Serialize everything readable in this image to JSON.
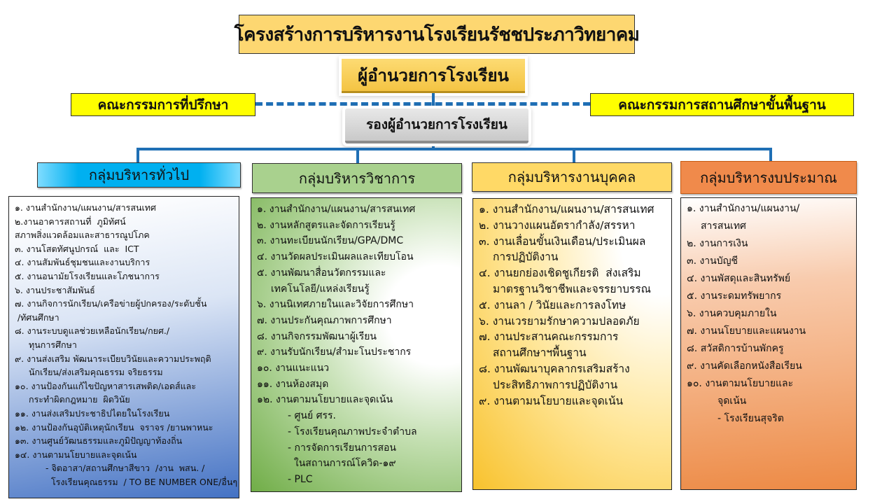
{
  "title": "โครงสร้างการบริหารงานโรงเรียนรัชชประภาวิทยาคม",
  "director": "ผู้อำนวยการโรงเรียน",
  "advisors": "คณะกรรมการที่ปรึกษา",
  "basic_committee": "คณะกรรมการสถานศึกษาขั้นพื้นฐาน",
  "deputy": "รองผู้อำนวยการโรงเรียน",
  "colors": {
    "line": "#1f6fb5",
    "general": "#00b0f0",
    "academic": "#a9d18e",
    "personnel": "#ffd966",
    "budget": "#f08a4b"
  },
  "groups": [
    {
      "name": "กลุ่มบริหารทั่วไป",
      "lines": [
        {
          "text": "๑. งานสำนักงาน/แผนงาน/สารสนเทศ",
          "indent": 0
        },
        {
          "text": "๒.งานอาคารสถานที่  ภูมิทัศน์",
          "indent": 0
        },
        {
          "text": "สภาพสิ่งแวดล้อมและสาธารณูปโภค",
          "indent": 0
        },
        {
          "text": "๓. งานโสตทัศนูปกรณ์  และ  ICT",
          "indent": 0
        },
        {
          "text": "๔. งานสัมพันธ์ชุมชนและงานบริการ",
          "indent": 0
        },
        {
          "text": "๕. งานอนามัยโรงเรียนและโภชนาการ",
          "indent": 0
        },
        {
          "text": "๖. งานประชาสัมพันธ์",
          "indent": 0
        },
        {
          "text": "๗. งานกิจการนักเรียน/เครือข่ายผู้ปกครอง/ระดับชั้น",
          "indent": 0
        },
        {
          "text": " /ทัศนศึกษา",
          "indent": 0
        },
        {
          "text": "๘. งานระบบดูแลช่วยเหลือนักเรียน/กยศ./",
          "indent": 0
        },
        {
          "text": "ทุนการศึกษา",
          "indent": 1
        },
        {
          "text": "๙. งานส่งเสริม พัฒนาระเบียบวินัยและความประพฤติ",
          "indent": 0
        },
        {
          "text": "นักเรียน/ส่งเสริมคุณธรรม จริยธรรม",
          "indent": 1
        },
        {
          "text": "๑๐. งานป้องกันแก้ไขปัญหาสารเสพติด/เอดส์และ",
          "indent": 0
        },
        {
          "text": "กระทำผิดกฎหมาย  ผิดวินัย",
          "indent": 1
        },
        {
          "text": "๑๑. งานส่งเสริมประชาธิปไตยในโรงเรียน",
          "indent": 0
        },
        {
          "text": "๑๒. งานป้องกันอุบัติเหตุนักเรียน  จราจร /ยานพาหนะ",
          "indent": 0
        },
        {
          "text": "๑๓. งานศูนย์วัฒนธรรมและภูมิปัญญาท้องถิ่น",
          "indent": 0
        },
        {
          "text": "๑๔. งานตามนโยบายและจุดเน้น",
          "indent": 0
        },
        {
          "text": "- จิตอาสา/สถานศึกษาสีขาว  /งาน  พสน. /",
          "indent": 2
        },
        {
          "text": "  โรงเรียนคุณธรรม  / TO BE NUMBER ONE/อื่นๆ",
          "indent": 2
        }
      ]
    },
    {
      "name": "กลุ่มบริหารวิชาการ",
      "lines": [
        {
          "text": "๑. งานสำนักงาน/แผนงาน/สารสนเทศ",
          "indent": 0
        },
        {
          "text": "๒. งานหลักสูตรและจัดการเรียนรู้",
          "indent": 0
        },
        {
          "text": "๓. งานทะเบียนนักเรียน/GPA/DMC",
          "indent": 0
        },
        {
          "text": "๔. งานวัดผลประเมินผลและเทียบโอน",
          "indent": 0
        },
        {
          "text": "๕. งานพัฒนาสื่อนวัตกรรมและ",
          "indent": 0
        },
        {
          "text": "เทคโนโลยี/แหล่งเรียนรู้",
          "indent": 1
        },
        {
          "text": "๖. งานนิเทศภายในและวิจัยการศึกษา",
          "indent": 0
        },
        {
          "text": "๗. งานประกันคุณภาพการศึกษา",
          "indent": 0
        },
        {
          "text": "๘. งานกิจกรรมพัฒนาผู้เรียน",
          "indent": 0
        },
        {
          "text": "๙. งานรับนักเรียน/สำมะโนประชากร",
          "indent": 0
        },
        {
          "text": "๑๐. งานแนะแนว",
          "indent": 0
        },
        {
          "text": "๑๑. งานห้องสมุด",
          "indent": 0
        },
        {
          "text": "๑๒. งานตามนโยบายและจุดเน้น",
          "indent": 0
        },
        {
          "text": "- ศูนย์ ศรร.",
          "indent": 2
        },
        {
          "text": "- โรงเรียนคุณภาพประจำตำบล",
          "indent": 2
        },
        {
          "text": "- การจัดการเรียนการสอน",
          "indent": 2
        },
        {
          "text": "  ในสถานการณ์โควิด-๑๙",
          "indent": 2
        },
        {
          "text": "- PLC",
          "indent": 2
        }
      ]
    },
    {
      "name": "กลุ่มบริหารงานบุคคล",
      "lines": [
        {
          "text": "๑. งานสำนักงาน/แผนงาน/สารสนเทศ",
          "indent": 0
        },
        {
          "text": "๒. งานวางแผนอัตรากำลัง/สรรหา",
          "indent": 0
        },
        {
          "text": "๓. งานเลื่อนขั้นเงินเดือน/ประเมินผล",
          "indent": 0
        },
        {
          "text": "การปฏิบัติงาน",
          "indent": 1
        },
        {
          "text": "๔. งานยกย่องเชิดชูเกียรติ  ส่งเสริม",
          "indent": 0
        },
        {
          "text": "มาตรฐานวิชาชีพและจรรยาบรรณ",
          "indent": 1
        },
        {
          "text": "๕. งานลา / วินัยและการลงโทษ",
          "indent": 0
        },
        {
          "text": "๖. งานเวรยามรักษาความปลอดภัย",
          "indent": 0
        },
        {
          "text": "๗. งานประสานคณะกรรมการ",
          "indent": 0
        },
        {
          "text": "สถานศึกษาฯพื้นฐาน",
          "indent": 1
        },
        {
          "text": "๘. งานพัฒนาบุคลากรเสริมสร้าง",
          "indent": 0
        },
        {
          "text": "ประสิทธิภาพการปฏิบัติงาน",
          "indent": 1
        },
        {
          "text": "๙. งานตามนโยบายและจุดเน้น",
          "indent": 0
        }
      ]
    },
    {
      "name": "กลุ่มบริหารงบประมาณ",
      "lines": [
        {
          "text": "๑. งานสำนักงาน/แผนงาน/",
          "indent": 0
        },
        {
          "text": "สารสนเทศ",
          "indent": 1
        },
        {
          "text": "๒. งานการเงิน",
          "indent": 0
        },
        {
          "text": "๓. งานบัญชี",
          "indent": 0
        },
        {
          "text": "๔. งานพัสดุและสินทรัพย์",
          "indent": 0
        },
        {
          "text": "๕. งานระดมทรัพยากร",
          "indent": 0
        },
        {
          "text": "๖. งานควบคุมภายใน",
          "indent": 0
        },
        {
          "text": "๗. งานนโยบายและแผนงาน",
          "indent": 0
        },
        {
          "text": "๘. สวัสดิการบ้านพักครู",
          "indent": 0
        },
        {
          "text": "๙. งานคัดเลือกหนังสือเรียน",
          "indent": 0
        },
        {
          "text": "๑๐. งานตามนโยบายและ",
          "indent": 0
        },
        {
          "text": "จุดเน้น",
          "indent": 2
        },
        {
          "text": "- โรงเรียนสุจริต",
          "indent": 2
        }
      ]
    }
  ]
}
